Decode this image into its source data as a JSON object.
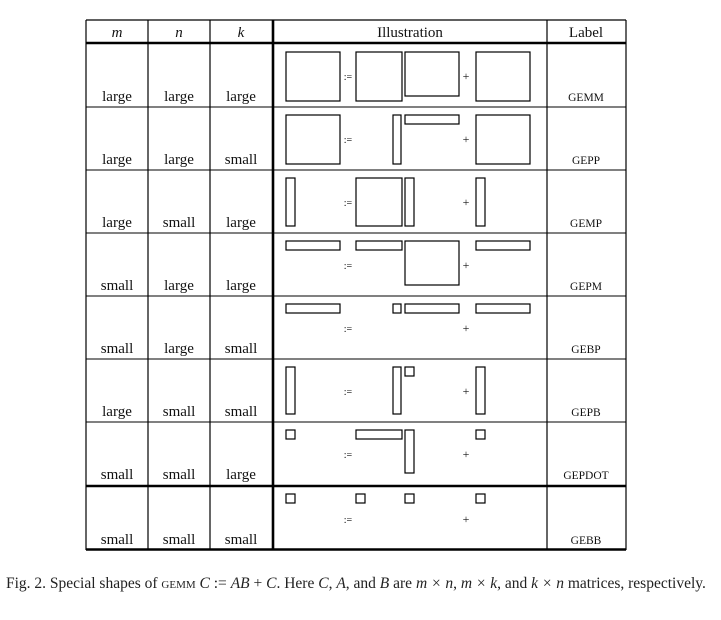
{
  "table": {
    "headers": {
      "m": "m",
      "n": "n",
      "k": "k",
      "illustration": "Illustration",
      "label": "Label"
    },
    "rows": [
      {
        "m": "large",
        "n": "large",
        "k": "large",
        "label": "GEMM"
      },
      {
        "m": "large",
        "n": "large",
        "k": "small",
        "label": "GEPP"
      },
      {
        "m": "large",
        "n": "small",
        "k": "large",
        "label": "GEMP"
      },
      {
        "m": "small",
        "n": "large",
        "k": "large",
        "label": "GEPM"
      },
      {
        "m": "small",
        "n": "large",
        "k": "small",
        "label": "GEBP"
      },
      {
        "m": "large",
        "n": "small",
        "k": "small",
        "label": "GEPB"
      },
      {
        "m": "small",
        "n": "small",
        "k": "large",
        "label": "GEPDOT"
      },
      {
        "m": "small",
        "n": "small",
        "k": "small",
        "label": "GEBB"
      }
    ],
    "operators": {
      "assign": ":=",
      "plus": "+"
    }
  },
  "caption": {
    "prefix": "Fig. 2. Special shapes of",
    "gemm": "gemm",
    "eq_c": "C",
    "eq_assign": " := ",
    "eq_ab": "AB",
    "eq_plus": " + ",
    "eq_c2": "C",
    "mid1": ". Here ",
    "v_c": "C",
    "sep1": ", ",
    "v_a": "A",
    "mid2": ", and ",
    "v_b": "B",
    "mid3": " are ",
    "d1": "m × n",
    "sep2": ", ",
    "d2": "m × k",
    "mid4": ", and ",
    "d3": "k × n",
    "suffix": "matrices, respectively."
  }
}
